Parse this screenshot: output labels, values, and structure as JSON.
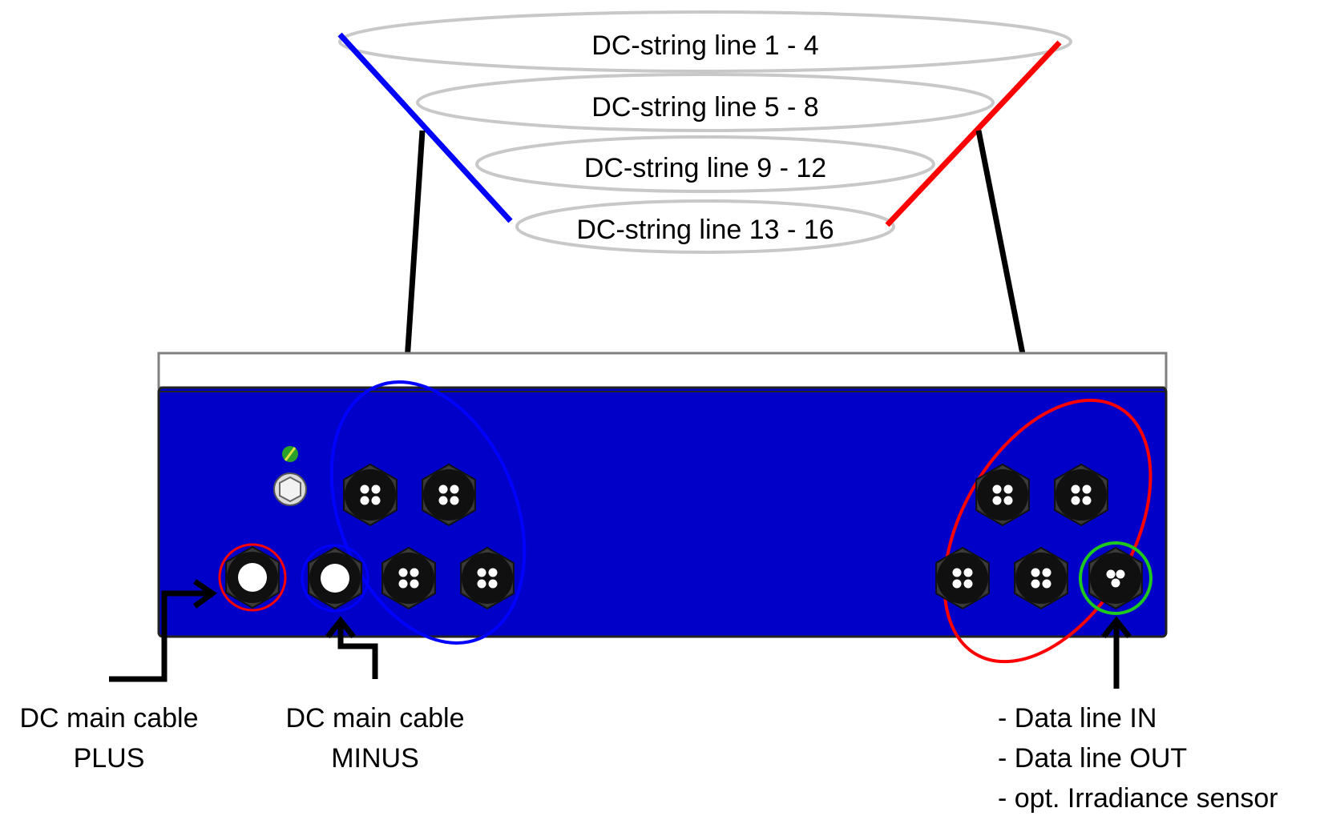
{
  "strings": [
    {
      "label": "DC-string line 1 - 4"
    },
    {
      "label": "DC-string line 5 - 8"
    },
    {
      "label": "DC-string line 9 - 12"
    },
    {
      "label": "DC-string line 13 - 16"
    }
  ],
  "labels": {
    "plus_line1": "DC main cable",
    "plus_line2": "PLUS",
    "minus_line1": "DC main cable",
    "minus_line2": "MINUS",
    "data_line1": "- Data line IN",
    "data_line2": "- Data line OUT",
    "data_line3": "- opt. Irradiance sensor"
  },
  "colors": {
    "enclosure": "#0000c8",
    "plus_wire": "#ff0000",
    "minus_wire": "#0000ff",
    "data_port_ring": "#1ec81e",
    "string_ring": "#c8c8c8",
    "arrow": "#000000"
  },
  "icons": [
    "ground-symbol-icon",
    "pressure-valve-icon",
    "cable-gland-icon"
  ]
}
